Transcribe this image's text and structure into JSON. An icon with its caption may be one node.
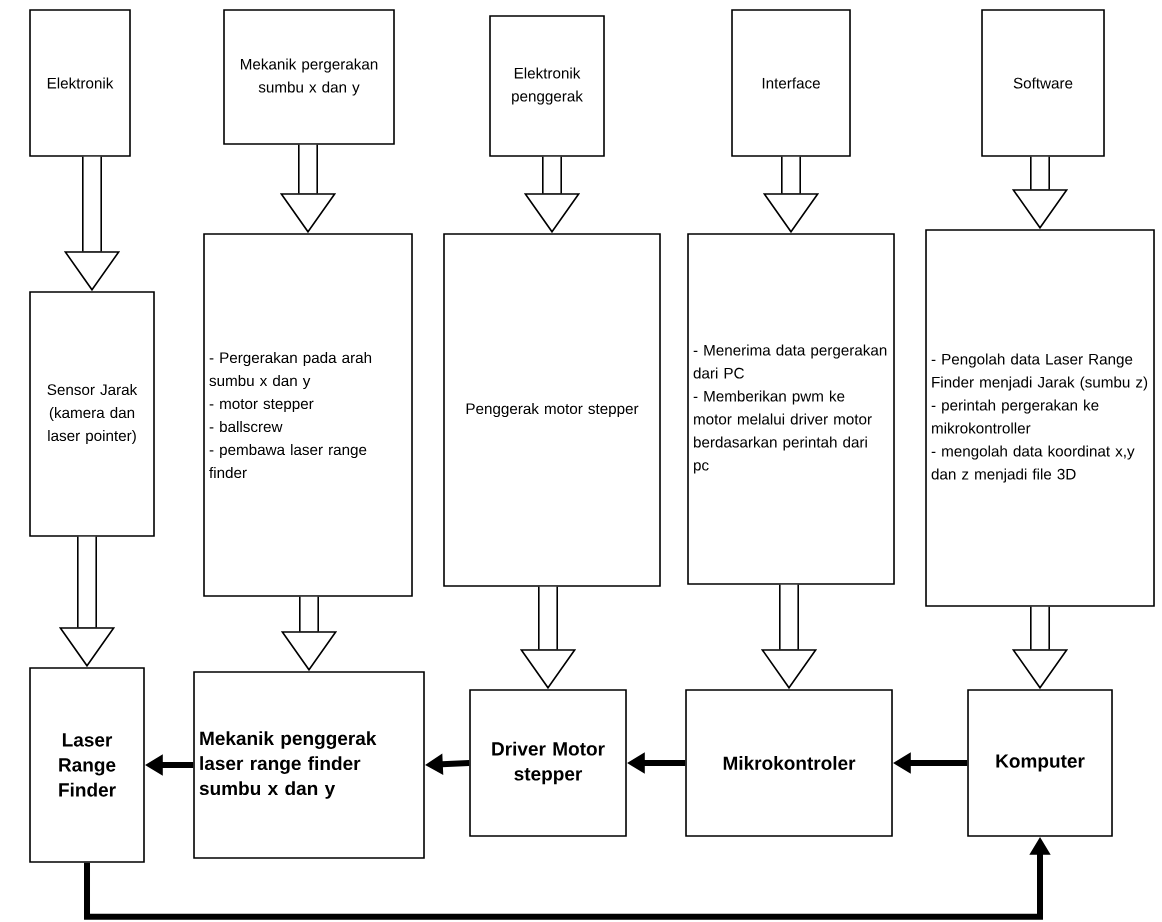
{
  "diagram": {
    "nodes": [
      {
        "text": [
          "Elektronik"
        ]
      },
      {
        "text": [
          "Mekanik pergerakan sumbu x dan y"
        ]
      },
      {
        "text": [
          "Elektronik penggerak"
        ]
      },
      {
        "text": [
          "Interface"
        ]
      },
      {
        "text": [
          "Software"
        ]
      },
      {
        "text": [
          "Sensor Jarak (kamera dan laser pointer)"
        ]
      },
      {
        "text": [
          "- Pergerakan pada arah sumbu x dan y",
          "- motor stepper",
          "- ballscrew",
          "- pembawa laser range finder"
        ]
      },
      {
        "text": [
          "Penggerak motor stepper"
        ]
      },
      {
        "text": [
          "- Menerima data pergerakan dari PC",
          "- Memberikan pwm ke motor melalui driver motor berdasarkan perintah dari pc"
        ]
      },
      {
        "text": [
          "- Pengolah data Laser Range Finder menjadi Jarak (sumbu z)",
          "- perintah pergerakan ke mikrokontroller",
          "- mengolah data koordinat x,y dan z menjadi file 3D"
        ]
      },
      {
        "text": [
          "Laser Range Finder"
        ]
      },
      {
        "text": [
          "Mekanik penggerak laser range finder sumbu x dan y"
        ]
      },
      {
        "text": [
          "Driver Motor stepper"
        ]
      },
      {
        "text": [
          "Mikrokontroler"
        ]
      },
      {
        "text": [
          "Komputer"
        ]
      }
    ],
    "edges": [
      {
        "from": 0,
        "to": 5,
        "arrow": "to"
      },
      {
        "from": 1,
        "to": 6,
        "arrow": "to"
      },
      {
        "from": 2,
        "to": 7,
        "arrow": "to"
      },
      {
        "from": 3,
        "to": 8,
        "arrow": "to"
      },
      {
        "from": 4,
        "to": 9,
        "arrow": "to"
      },
      {
        "from": 5,
        "to": 10,
        "arrow": "to"
      },
      {
        "from": 6,
        "to": 11,
        "arrow": "to"
      },
      {
        "from": 7,
        "to": 12,
        "arrow": "to"
      },
      {
        "from": 8,
        "to": 13,
        "arrow": "to"
      },
      {
        "from": 9,
        "to": 14,
        "arrow": "to"
      },
      {
        "from": 14,
        "to": 13,
        "arrow": "to"
      },
      {
        "from": 13,
        "to": 12,
        "arrow": "to"
      },
      {
        "from": 12,
        "to": 11,
        "arrow": "to"
      },
      {
        "from": 11,
        "to": 10,
        "arrow": "to"
      },
      {
        "from": 10,
        "to": 14,
        "arrow": "to"
      }
    ]
  }
}
